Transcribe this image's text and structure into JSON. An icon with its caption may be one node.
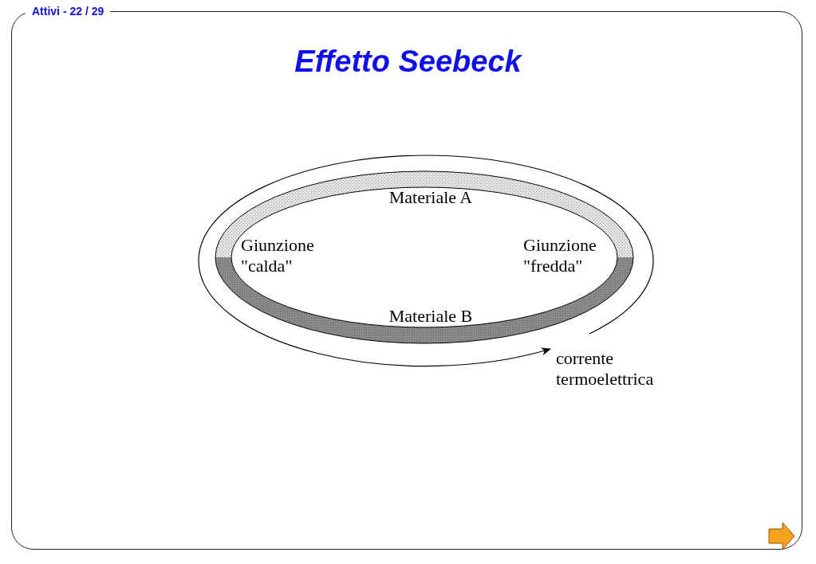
{
  "diagram": {
    "title": "Effetto Seebeck",
    "labels": [
      "Attivi - 22 / 29",
      "Materiale A",
      "Giunzione \"calda\"",
      "Giunzione \"fredda\"",
      "Materiale B",
      "corrente termoelettrica"
    ]
  }
}
